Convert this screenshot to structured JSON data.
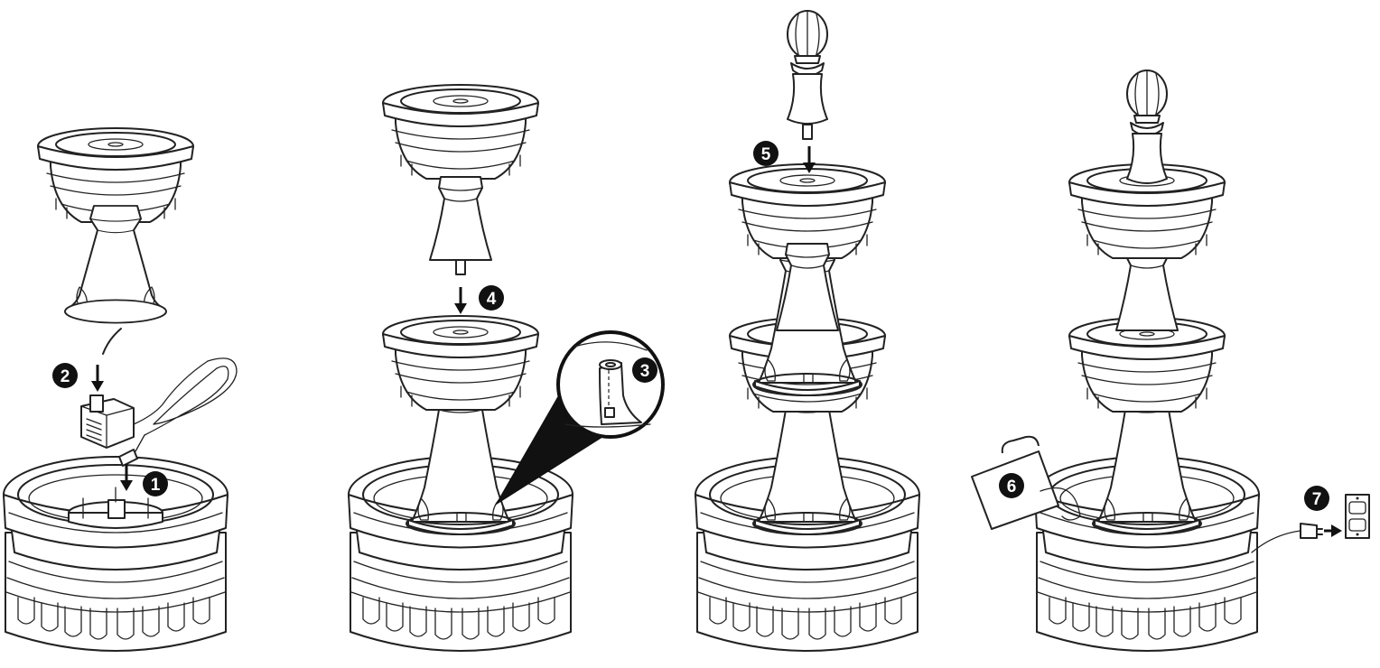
{
  "diagram": {
    "steps": [
      {
        "number": "1"
      },
      {
        "number": "2"
      },
      {
        "number": "3"
      },
      {
        "number": "4"
      },
      {
        "number": "5"
      },
      {
        "number": "6"
      },
      {
        "number": "7"
      }
    ],
    "colors": {
      "line": "#222222",
      "badge": "#111111",
      "background": "#ffffff",
      "callout": "#111111"
    }
  }
}
